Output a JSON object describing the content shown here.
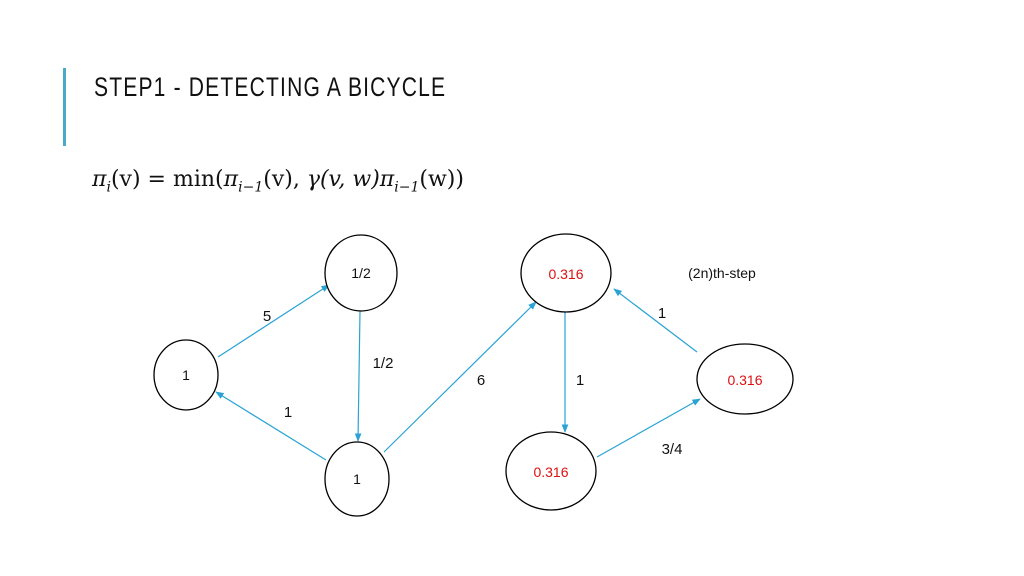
{
  "slide": {
    "title": "STEP1 - DETECTING A BICYCLE",
    "accent_color": "#4aa8c8"
  },
  "formula": {
    "lhs_symbol": "π",
    "lhs_sub": "i",
    "lhs_arg": "(v)",
    "equals": " = min(",
    "t1_symbol": "π",
    "t1_sub": "i−1",
    "t1_arg": "(v), ",
    "t2_gamma": "γ(v, w)",
    "t2_symbol": "π",
    "t2_sub": "i−1",
    "t2_arg": "(w))"
  },
  "left_graph": {
    "nodes": {
      "a": "1",
      "b": "1/2",
      "c": "1"
    },
    "edges": {
      "a_b": "5",
      "b_c": "1/2",
      "c_a": "1",
      "c_d": "6"
    }
  },
  "right_graph": {
    "note": "(2n)th-step",
    "nodes": {
      "d": "0.316",
      "e": "0.316",
      "f": "0.316"
    },
    "edges": {
      "d_e": "1",
      "e_f": "3/4",
      "f_d": "1"
    },
    "value_color": "#e01010"
  },
  "colors": {
    "edge": "#2aa3d4",
    "node_stroke": "#000000"
  }
}
